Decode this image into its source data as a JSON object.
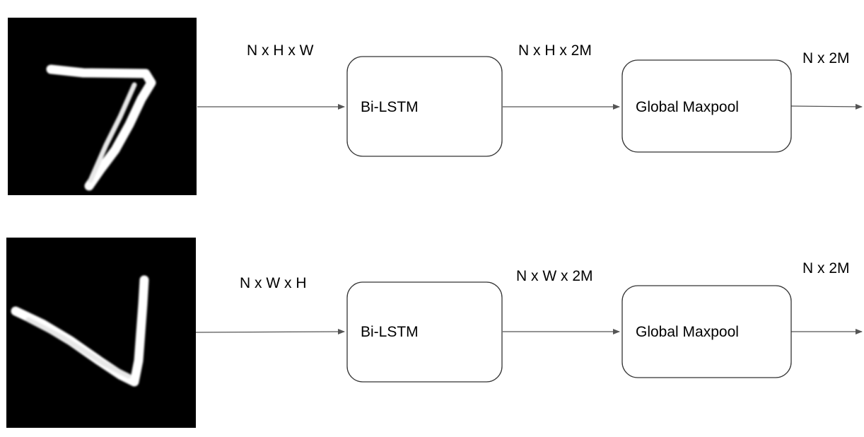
{
  "rows": [
    {
      "digit": "7",
      "orientation": "original",
      "input_label": "N x H x W",
      "block1_label": "Bi-LSTM",
      "mid_label": "N x H x 2M",
      "block2_label": "Global Maxpool",
      "output_label": "N x 2M"
    },
    {
      "digit": "7",
      "orientation": "rotated / transposed",
      "input_label": "N x W x H",
      "block1_label": "Bi-LSTM",
      "mid_label": "N x W x 2M",
      "block2_label": "Global Maxpool",
      "output_label": "N x 2M"
    }
  ],
  "colors": {
    "line": "#555555",
    "box_border": "#333333",
    "image_bg": "#000000",
    "stroke": "#ffffff"
  }
}
